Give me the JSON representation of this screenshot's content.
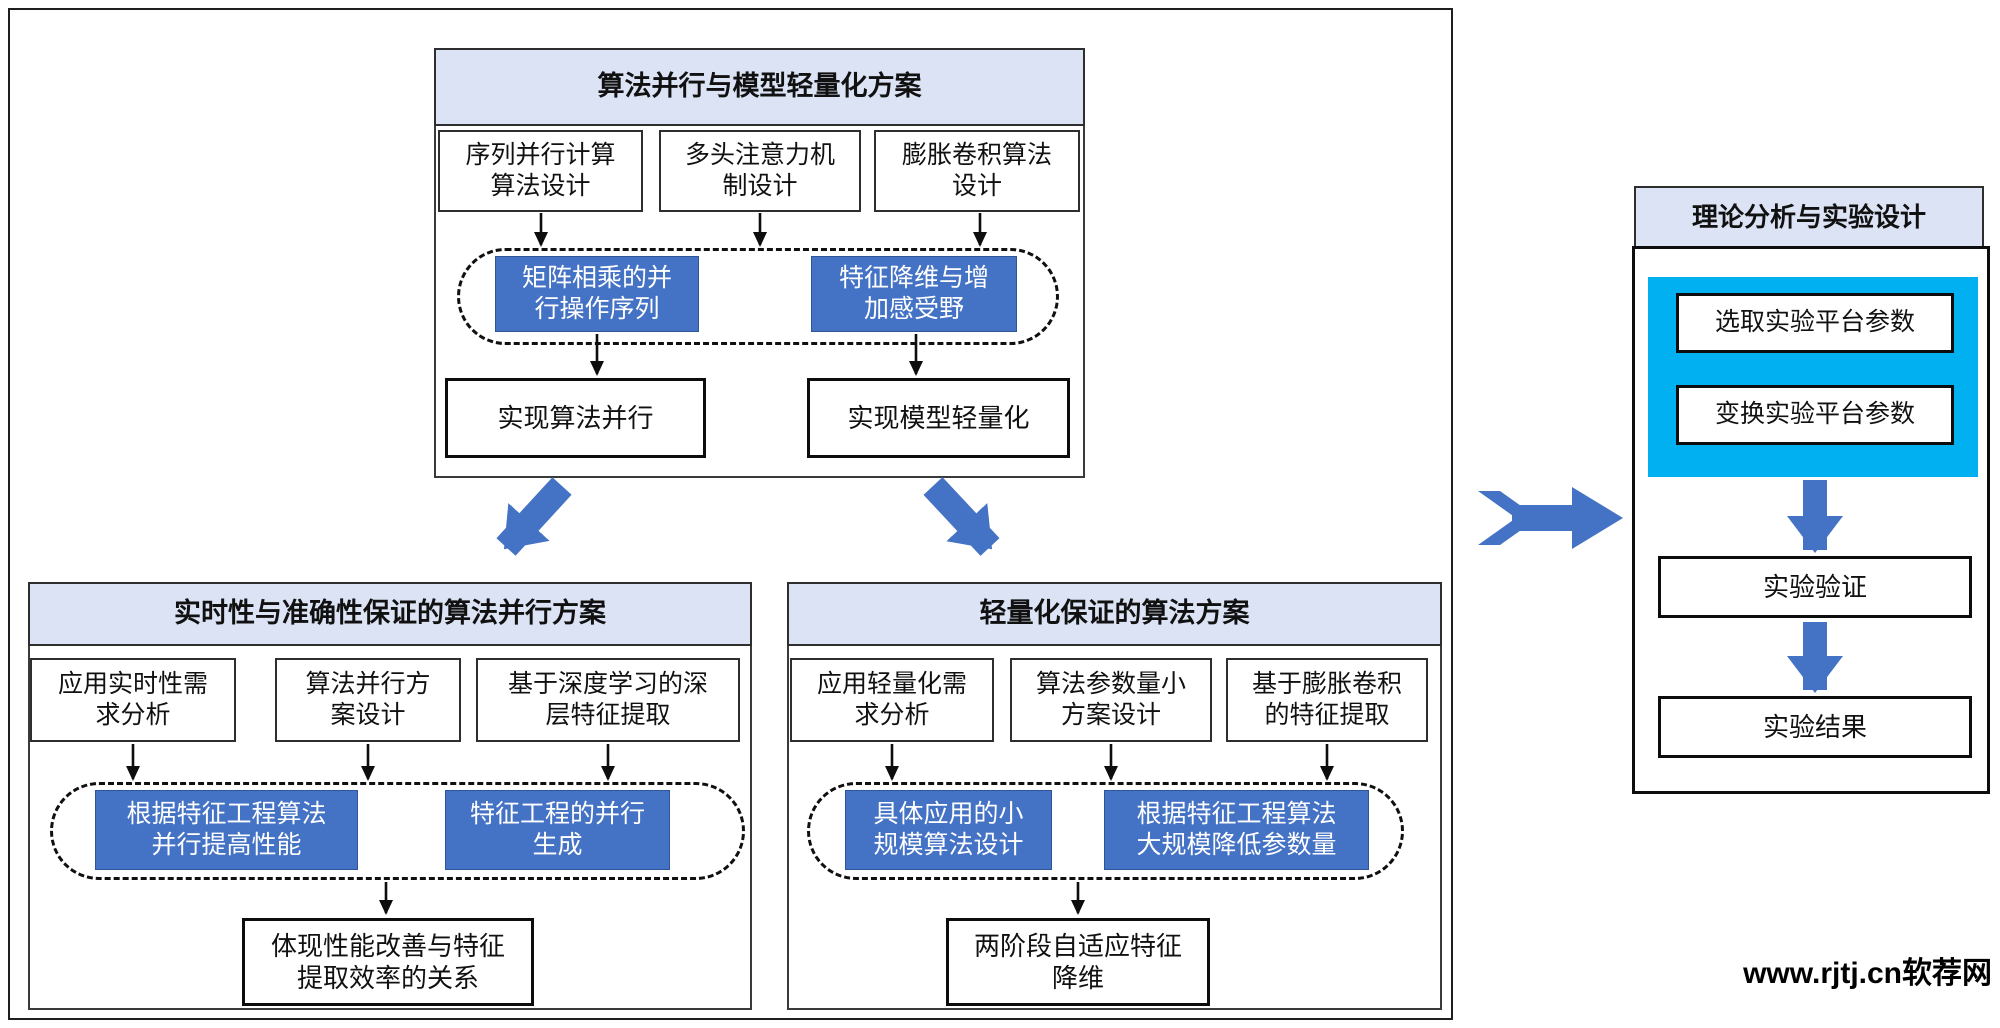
{
  "watermark": "www.rjtj.cn软荐网",
  "colors": {
    "header_fill": "#dbe3f4",
    "process_blue": "#4472c4",
    "highlight_cyan": "#00b0f0",
    "arrow_blue": "#4472c4",
    "border_black": "#111111"
  },
  "top_section": {
    "title": "算法并行与模型轻量化方案",
    "inputs": [
      "序列并行计算\n算法设计",
      "多头注意力机\n制设计",
      "膨胀卷积算法\n设计"
    ],
    "process": [
      "矩阵相乘的并\n行操作序列",
      "特征降维与增\n加感受野"
    ],
    "outputs": [
      "实现算法并行",
      "实现模型轻量化"
    ]
  },
  "left_section": {
    "title": "实时性与准确性保证的算法并行方案",
    "inputs": [
      "应用实时性需\n求分析",
      "算法并行方\n案设计",
      "基于深度学习的深\n层特征提取"
    ],
    "process": [
      "根据特征工程算法\n并行提高性能",
      "特征工程的并行\n生成"
    ],
    "output": "体现性能改善与特征\n提取效率的关系"
  },
  "middle_section": {
    "title": "轻量化保证的算法方案",
    "inputs": [
      "应用轻量化需\n求分析",
      "算法参数量小\n方案设计",
      "基于膨胀卷积\n的特征提取"
    ],
    "process": [
      "具体应用的小\n规模算法设计",
      "根据特征工程算法\n大规模降低参数量"
    ],
    "output": "两阶段自适应特征\n降维"
  },
  "right_section": {
    "title": "理论分析与实验设计",
    "params": [
      "选取实验平台参数",
      "变换实验平台参数"
    ],
    "steps": [
      "实验验证",
      "实验结果"
    ]
  }
}
